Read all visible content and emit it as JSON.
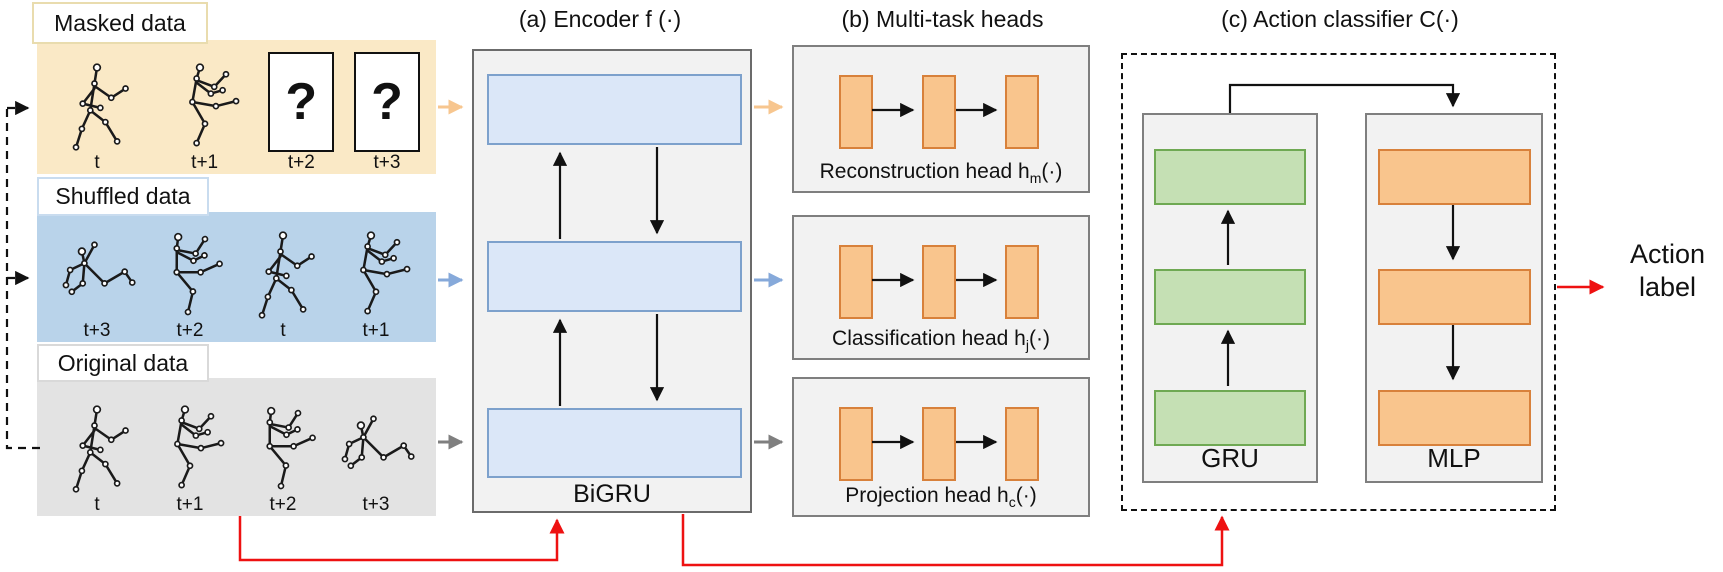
{
  "panels": {
    "masked": {
      "label": "Masked data",
      "mask_symbol": "?",
      "bg": "#fae9c6",
      "frames": [
        {
          "label": "t",
          "pose": "a"
        },
        {
          "label": "t+1",
          "pose": "b"
        },
        {
          "label": "t+2",
          "masked": true
        },
        {
          "label": "t+3",
          "masked": true
        }
      ]
    },
    "shuffled": {
      "label": "Shuffled data",
      "bg": "#b9d3ea",
      "frames": [
        {
          "label": "t+3",
          "pose": "d"
        },
        {
          "label": "t+2",
          "pose": "b2"
        },
        {
          "label": "t",
          "pose": "a"
        },
        {
          "label": "t+1",
          "pose": "b"
        }
      ]
    },
    "original": {
      "label": "Original data",
      "bg": "#e3e3e3",
      "frames": [
        {
          "label": "t",
          "pose": "a"
        },
        {
          "label": "t+1",
          "pose": "b"
        },
        {
          "label": "t+2",
          "pose": "b2"
        },
        {
          "label": "t+3",
          "pose": "d"
        }
      ]
    }
  },
  "encoder": {
    "title": "(a) Encoder f (·)",
    "unit_label": "BiGRU",
    "layer_fill": "#dbe7f8",
    "layer_border": "#7da1cc"
  },
  "heads": {
    "title": "(b) Multi-task heads",
    "bar_fill": "#f9c58d",
    "bar_border": "#d8813b",
    "items": [
      {
        "label_prefix": "Reconstruction head h",
        "label_sub": "m",
        "label_suffix": "(·)"
      },
      {
        "label_prefix": "Classification head h",
        "label_sub": "j",
        "label_suffix": "(·)"
      },
      {
        "label_prefix": "Projection head h",
        "label_sub": "c",
        "label_suffix": "(·)"
      }
    ]
  },
  "classifier": {
    "title": "(c) Action classifier C(·)",
    "gru_label": "GRU",
    "mlp_label": "MLP",
    "gru_fill": "#c5e0b4",
    "gru_border": "#6fa953",
    "mlp_fill": "#f9c58d",
    "mlp_border": "#d8813b"
  },
  "output": {
    "line1": "Action",
    "line2": "label",
    "arrow_color": "#ee1111"
  }
}
